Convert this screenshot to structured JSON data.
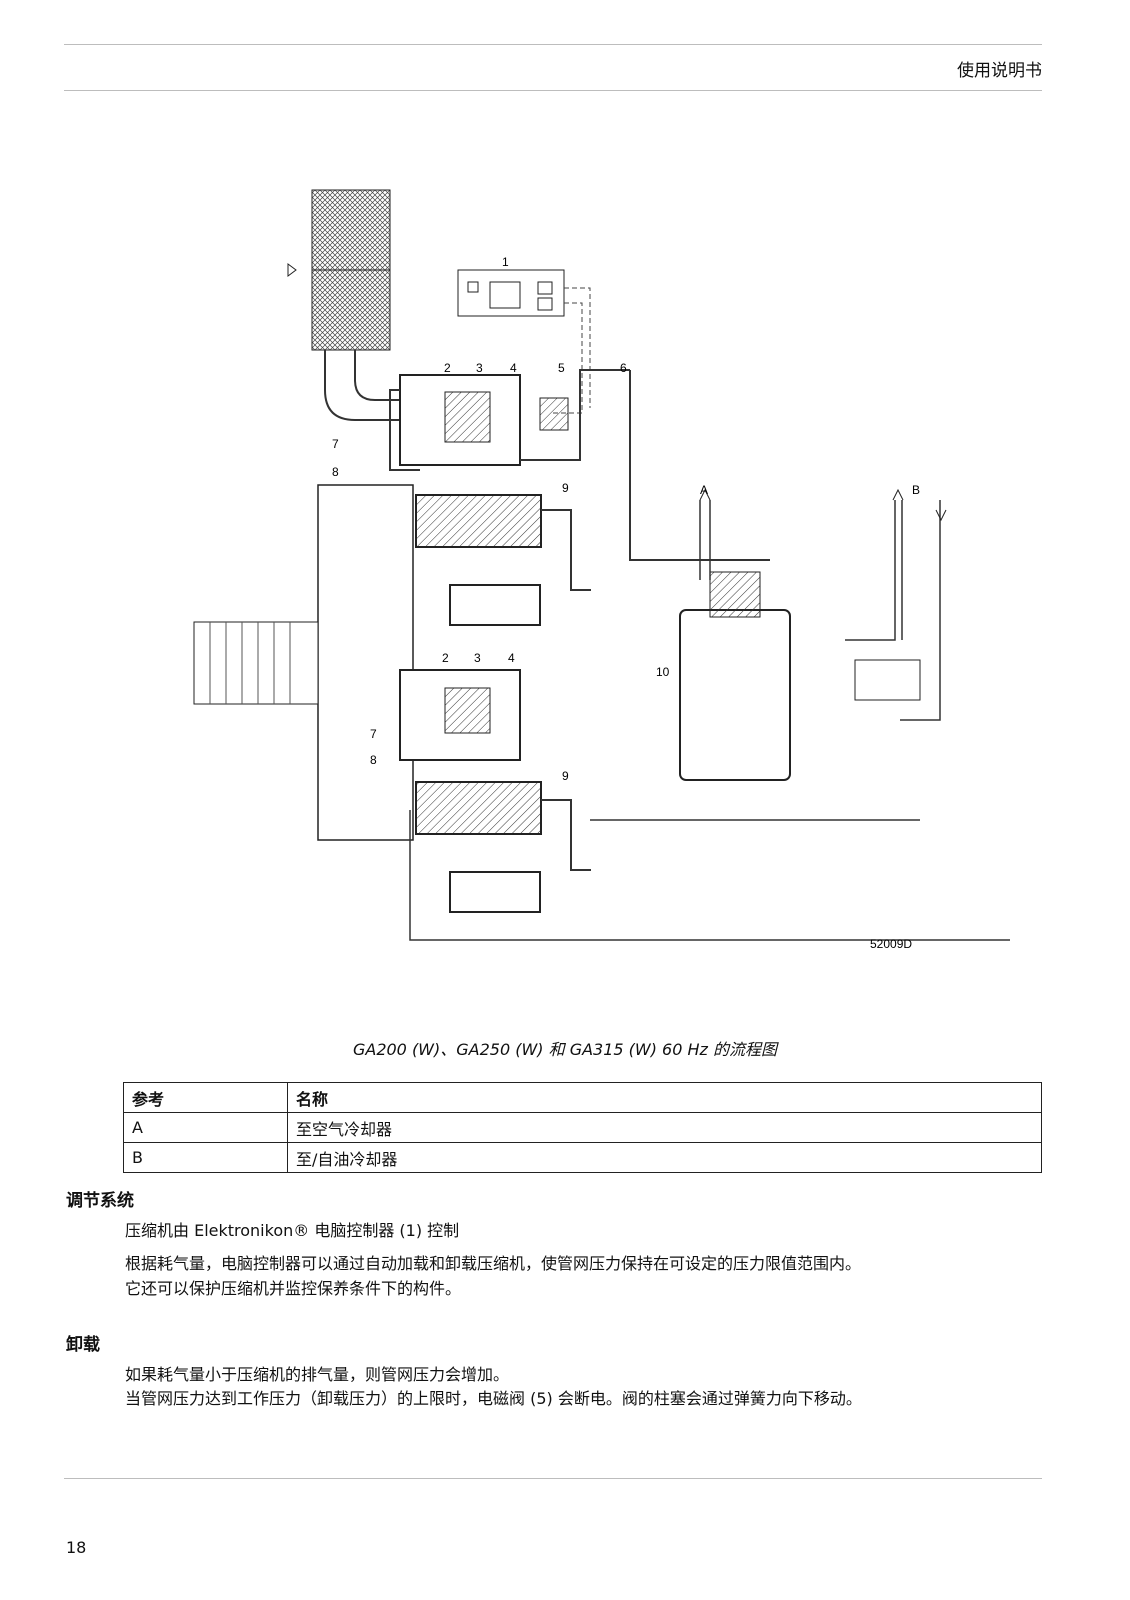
{
  "header": {
    "title": "使用说明书"
  },
  "figure": {
    "callouts": [
      "1",
      "2",
      "3",
      "4",
      "5",
      "6",
      "7",
      "8",
      "9",
      "2",
      "3",
      "4",
      "7",
      "8",
      "9",
      "10",
      "A",
      "B"
    ],
    "code": "52009D"
  },
  "caption": "GA200 (W)、GA250 (W) 和 GA315 (W) 60 Hz 的流程图",
  "ref_table": {
    "headers": [
      "参考",
      "名称"
    ],
    "rows": [
      [
        "A",
        "至空气冷却器"
      ],
      [
        "B",
        "至/自油冷却器"
      ]
    ]
  },
  "sections": [
    {
      "heading": "调节系统",
      "paragraphs": [
        "压缩机由 Elektronikon® 电脑控制器 (1) 控制",
        "根据耗气量，电脑控制器可以通过自动加载和卸载压缩机，使管网压力保持在可设定的压力限值范围内。",
        "它还可以保护压缩机并监控保养条件下的构件。"
      ]
    },
    {
      "heading": "卸载",
      "paragraphs": [
        "如果耗气量小于压缩机的排气量，则管网压力会增加。",
        "当管网压力达到工作压力（卸载压力）的上限时，电磁阀 (5) 会断电。阀的柱塞会通过弹簧力向下移动。"
      ]
    }
  ],
  "footer": {
    "page_number": "18"
  }
}
